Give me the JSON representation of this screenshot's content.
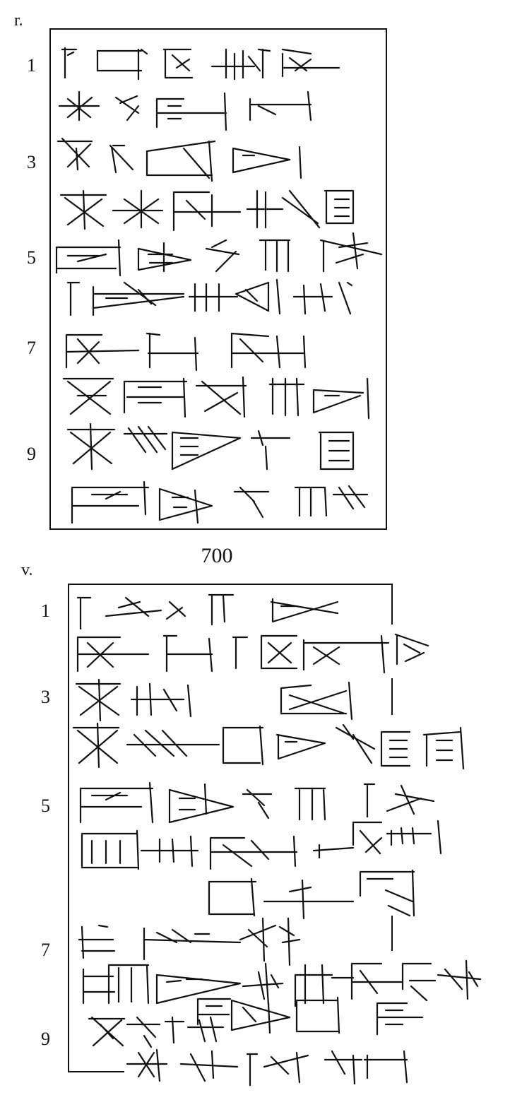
{
  "obverse": {
    "side_label": "r.",
    "line_numbers": [
      "1",
      "3",
      "5",
      "7",
      "9"
    ]
  },
  "caption": "700",
  "reverse": {
    "side_label": "v.",
    "line_numbers": [
      "1",
      "3",
      "5",
      "7",
      "9"
    ]
  }
}
